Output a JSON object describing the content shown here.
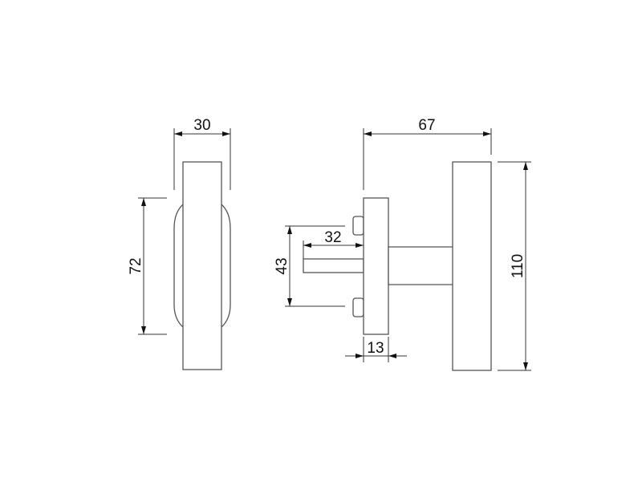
{
  "side_view": {
    "width_label": "30",
    "grip_height_label": "72"
  },
  "front_view": {
    "depth_label": "67",
    "height_label": "110",
    "screw_spacing_label": "43",
    "spindle_length_label": "32",
    "rose_thickness_label": "13"
  }
}
